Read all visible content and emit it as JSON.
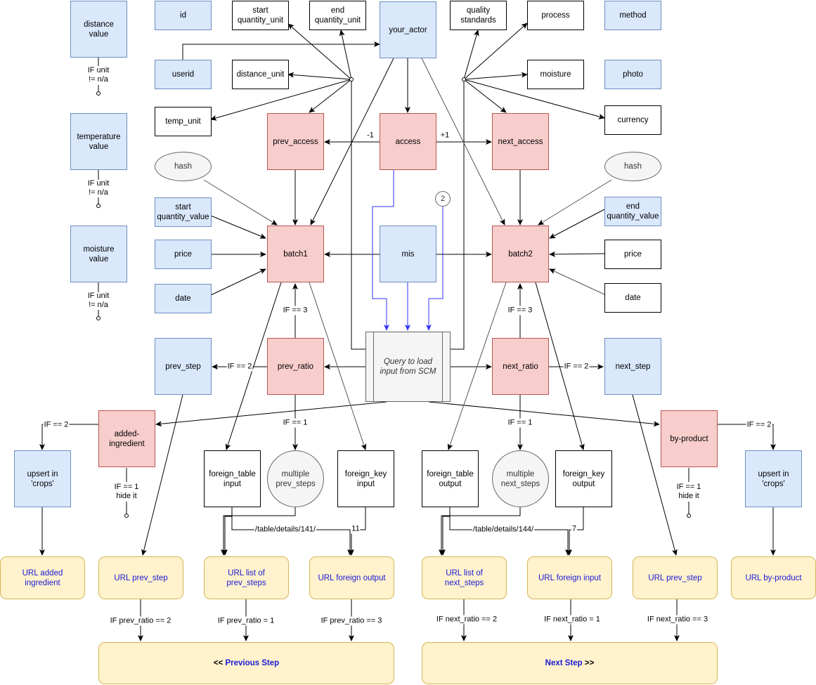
{
  "nodes": {
    "distance_value": "distance\nvalue",
    "id": "id",
    "start_quantity_unit": "start\nquantity_unit",
    "end_quantity_unit": "end\nquantity_unit",
    "your_actor": "your_actor",
    "quality_standards": "quality\nstandards",
    "process": "process",
    "method": "method",
    "userid": "userid",
    "distance_unit": "distance_unit",
    "moisture": "moisture",
    "photo": "photo",
    "temp_unit": "temp_unit",
    "currency": "currency",
    "temperature_value": "temperature\nvalue",
    "prev_access": "prev_access",
    "access": "access",
    "next_access": "next_access",
    "hash_left": "hash",
    "hash_right": "hash",
    "start_quantity_value": "start\nquantity_value",
    "end_quantity_value": "end\nquantity_value",
    "moisture_value": "moisture\nvalue",
    "price_left": "price",
    "batch1": "batch1",
    "mis": "mis",
    "batch2": "batch2",
    "price_right": "price",
    "date_left": "date",
    "date_right": "date",
    "circle_2": "2",
    "query": "Query to load\ninput from SCM",
    "prev_step": "prev_step",
    "prev_ratio": "prev_ratio",
    "next_ratio": "next_ratio",
    "next_step": "next_step",
    "added_ingredient": "added-\ningredient",
    "by_product": "by-product",
    "upsert_left": "upsert in\n'crops'",
    "upsert_right": "upsert in\n'crops'",
    "foreign_table_input": "foreign_table\ninput",
    "multiple_prev_steps": "multiple\nprev_steps",
    "foreign_key_input": "foreign_key\ninput",
    "foreign_table_output": "foreign_table\noutput",
    "multiple_next_steps": "multiple\nnext_steps",
    "foreign_key_output": "foreign_key\noutput",
    "url_added_ingredient": "URL added\ningredient",
    "url_prev_step": "URL prev_step",
    "url_list_prev_steps": "URL list of\nprev_steps",
    "url_foreign_output": "URL foreign output",
    "url_list_next_steps": "URL list of\nnext_steps",
    "url_foreign_input": "URL foreign input",
    "url_prev_step_right": "URL prev_step",
    "url_by_product": "URL by-product",
    "previous_step_arrows": "<< ",
    "previous_step_label": "Previous Step",
    "next_step_label": "Next Step",
    "next_step_arrows": " >>"
  },
  "labels": {
    "if_unit_1": "IF unit\n!= n/a",
    "if_unit_2": "IF unit\n!= n/a",
    "if_unit_3": "IF unit\n!= n/a",
    "minus_one": "-1",
    "plus_one": "+1",
    "if3_left": "IF == 3",
    "if3_right": "IF == 3",
    "if2_prev": "IF == 2",
    "if2_next": "IF == 2",
    "if1_left": "IF == 1",
    "if1_right": "IF == 1",
    "if2_added": "IF == 2",
    "if2_byproduct": "IF == 2",
    "if1_hide_left": "IF == 1\nhide it",
    "if1_hide_right": "IF == 1\nhide it",
    "path_141": "/table/details/141/",
    "num_11": "11",
    "path_144": "/table/details/144/",
    "num_7": "7",
    "cond_prev_2": "IF prev_ratio == 2",
    "cond_prev_1": "IF prev_ratio = 1",
    "cond_prev_3": "IF prev_ratio == 3",
    "cond_next_2": "IF next_ratio == 2",
    "cond_next_1": "IF next_ratio = 1",
    "cond_next_3": "IF next_ratio == 3"
  },
  "colors": {
    "blue_fill": "#dae8fc",
    "red_fill": "#f8cecc",
    "yellow_fill": "#fff2cc",
    "connector_blue": "#3333ff",
    "link_text": "#1a1ad6"
  }
}
